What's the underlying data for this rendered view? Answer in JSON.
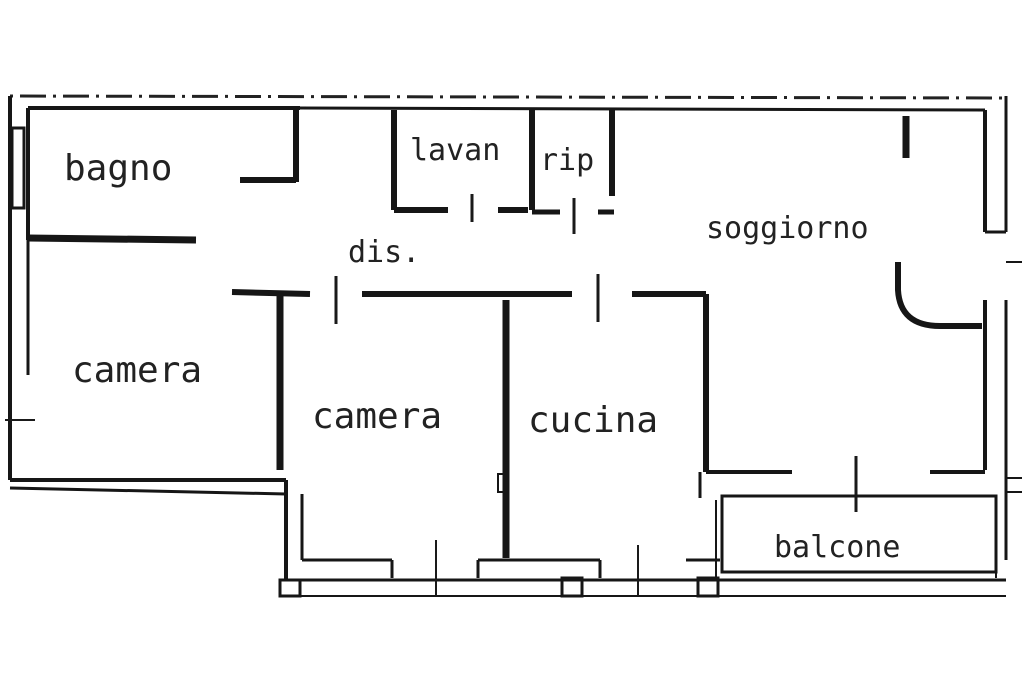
{
  "floor_plan": {
    "rooms": {
      "bagno": "bagno",
      "lavanderia": "lavan",
      "ripostiglio": "rip",
      "disimpegno": "dis.",
      "soggiorno": "soggiorno",
      "camera_1": "camera",
      "camera_2": "camera",
      "cucina": "cucina",
      "balcone": "balcone"
    },
    "colors": {
      "paper": "#ffffff",
      "ink": "#161616",
      "text": "#222222"
    }
  }
}
